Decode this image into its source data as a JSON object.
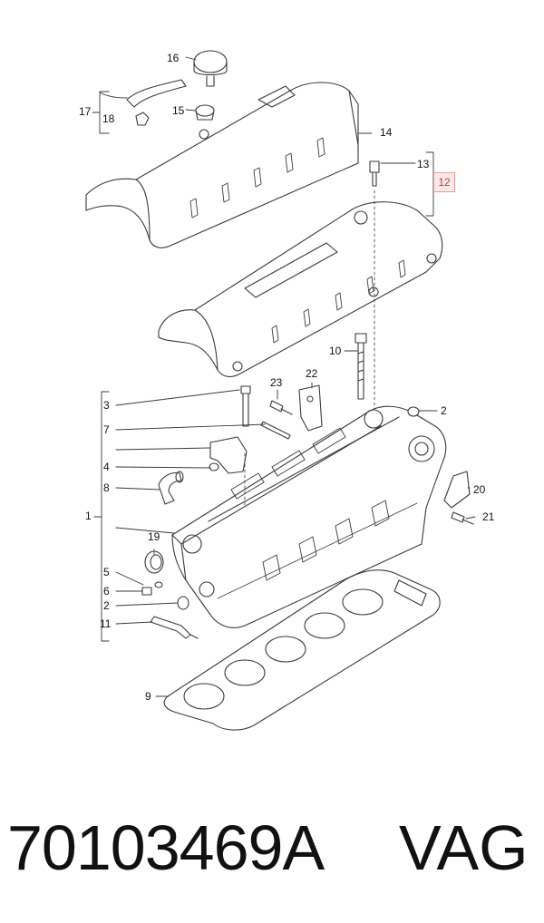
{
  "callouts": {
    "c16": "16",
    "c17": "17",
    "c18": "18",
    "c15": "15",
    "c14": "14",
    "c13": "13",
    "c12": "12",
    "c10": "10",
    "c23": "23",
    "c22": "22",
    "c2a": "2",
    "c3": "3",
    "c7": "7",
    "c4": "4",
    "c8": "8",
    "c1": "1",
    "c20": "20",
    "c21": "21",
    "c19": "19",
    "c5": "5",
    "c6": "6",
    "c2b": "2",
    "c11": "11",
    "c9": "9"
  },
  "footer": {
    "part_number": "70103469A",
    "brand": "VAG"
  },
  "colors": {
    "line": "#3a3a3a",
    "fill": "#ffffff",
    "highlight_border": "#e89a9a",
    "highlight_fill": "#fde8e8",
    "highlight_text": "#c23b3b"
  }
}
